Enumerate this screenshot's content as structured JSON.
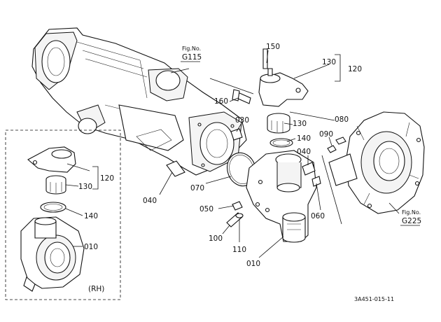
{
  "callouts": {
    "c150": "150",
    "c130_top": "130",
    "c120_top": "120",
    "c160": "160",
    "c030": "030",
    "c080": "080",
    "c130_mid": "130",
    "c140_mid": "140",
    "c090": "090",
    "c040_right": "040",
    "c040_left": "040",
    "c070": "070",
    "c050": "050",
    "c060": "060",
    "c100": "100",
    "c110": "110",
    "c010_mid": "010",
    "c120_inset": "120",
    "c130_inset": "130",
    "c140_inset": "140",
    "c010_inset": "010"
  },
  "figrefs": {
    "g115_line1": "Fig.No.",
    "g115_line2": "G115",
    "g225_line1": "Fig.No.",
    "g225_line2": "G225"
  },
  "inset_side": "(RH)",
  "drawing_number": "3A451-015-11"
}
